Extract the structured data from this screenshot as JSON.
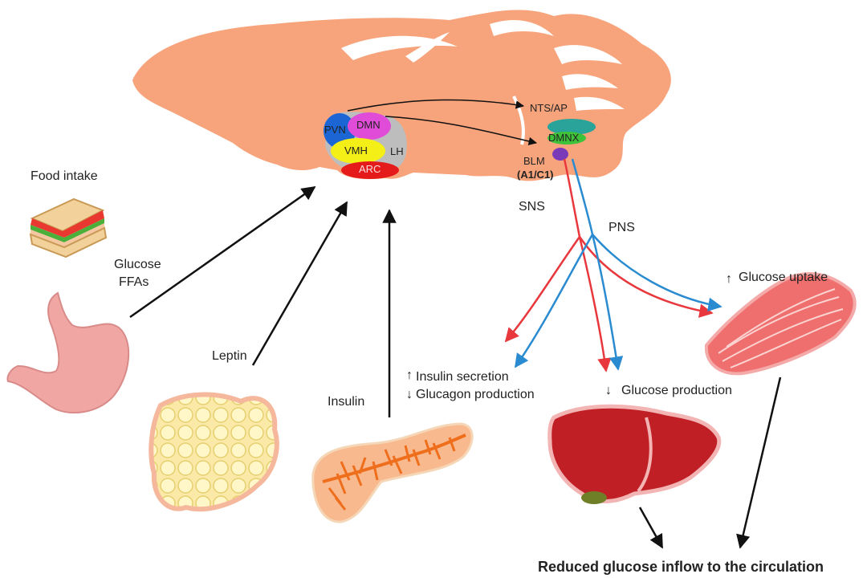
{
  "brain": {
    "nuclei": {
      "pvn": "PVN",
      "dmn": "DMN",
      "vmh": "VMH",
      "lh": "LH",
      "arc": "ARC",
      "nts_ap": "NTS/AP",
      "dmnx": "DMNX",
      "blm": "BLM",
      "a1c1": "(A1/C1)"
    }
  },
  "labels": {
    "food_intake": "Food intake",
    "glucose": "Glucose",
    "ffas": "FFAs",
    "leptin": "Leptin",
    "insulin": "Insulin",
    "sns": "SNS",
    "pns": "PNS",
    "insulin_secretion": "Insulin secretion",
    "glucagon_production": "Glucagon production",
    "glucose_production": "Glucose production",
    "glucose_uptake": "Glucose uptake",
    "reduced_glucose": "Reduced glucose inflow to the circulation"
  },
  "colors": {
    "brain": "#f7a47c",
    "sns": "#e8383d",
    "pns": "#2a8bd1",
    "arrow": "#111111"
  }
}
